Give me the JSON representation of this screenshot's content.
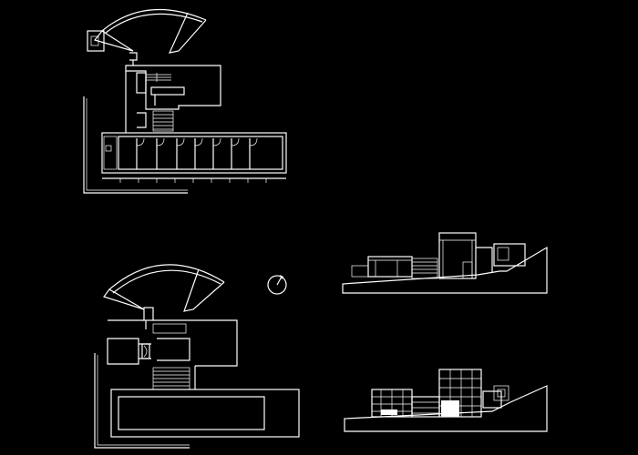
{
  "canvas": {
    "background_color": "#000000",
    "line_color": "#ffffff"
  },
  "drawings": [
    {
      "kind": "floor-plan",
      "label": ""
    },
    {
      "kind": "floor-plan",
      "label": ""
    },
    {
      "kind": "north-arrow",
      "label": ""
    },
    {
      "kind": "section-elevation",
      "label": ""
    },
    {
      "kind": "section-elevation",
      "label": ""
    }
  ]
}
